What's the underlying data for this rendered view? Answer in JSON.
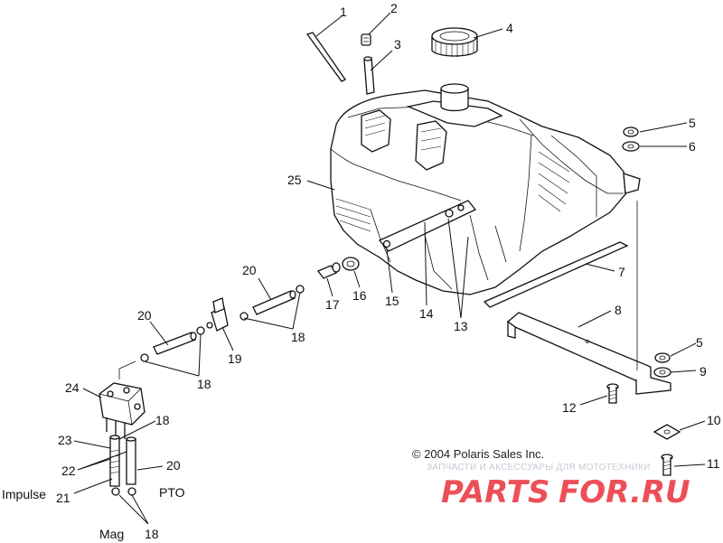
{
  "callouts": {
    "c1": "1",
    "c2": "2",
    "c3": "3",
    "c4": "4",
    "c5a": "5",
    "c6": "6",
    "c25": "25",
    "c7": "7",
    "c8": "8",
    "c5b": "5",
    "c9": "9",
    "c10": "10",
    "c11": "11",
    "c12": "12",
    "c13": "13",
    "c14": "14",
    "c15": "15",
    "c16": "16",
    "c17": "17",
    "c18a": "18",
    "c18b": "18",
    "c18c": "18",
    "c18d": "18",
    "c19": "19",
    "c20a": "20",
    "c20b": "20",
    "c20c": "20",
    "c21": "21",
    "c22": "22",
    "c23": "23",
    "c24": "24"
  },
  "labels": {
    "impulse": "Impulse",
    "pto": "PTO",
    "mag": "Mag"
  },
  "copyright": "© 2004 Polaris Sales Inc.",
  "watermark": {
    "subtitle": "ЗАПЧАСТИ И АКСЕССУАРЫ ДЛЯ МОТОТЕХНИКИ",
    "logo_left": "PARTS",
    "logo_right": "FOR.RU",
    "color_left": "#e8323c",
    "color_right": "#e8323c"
  }
}
